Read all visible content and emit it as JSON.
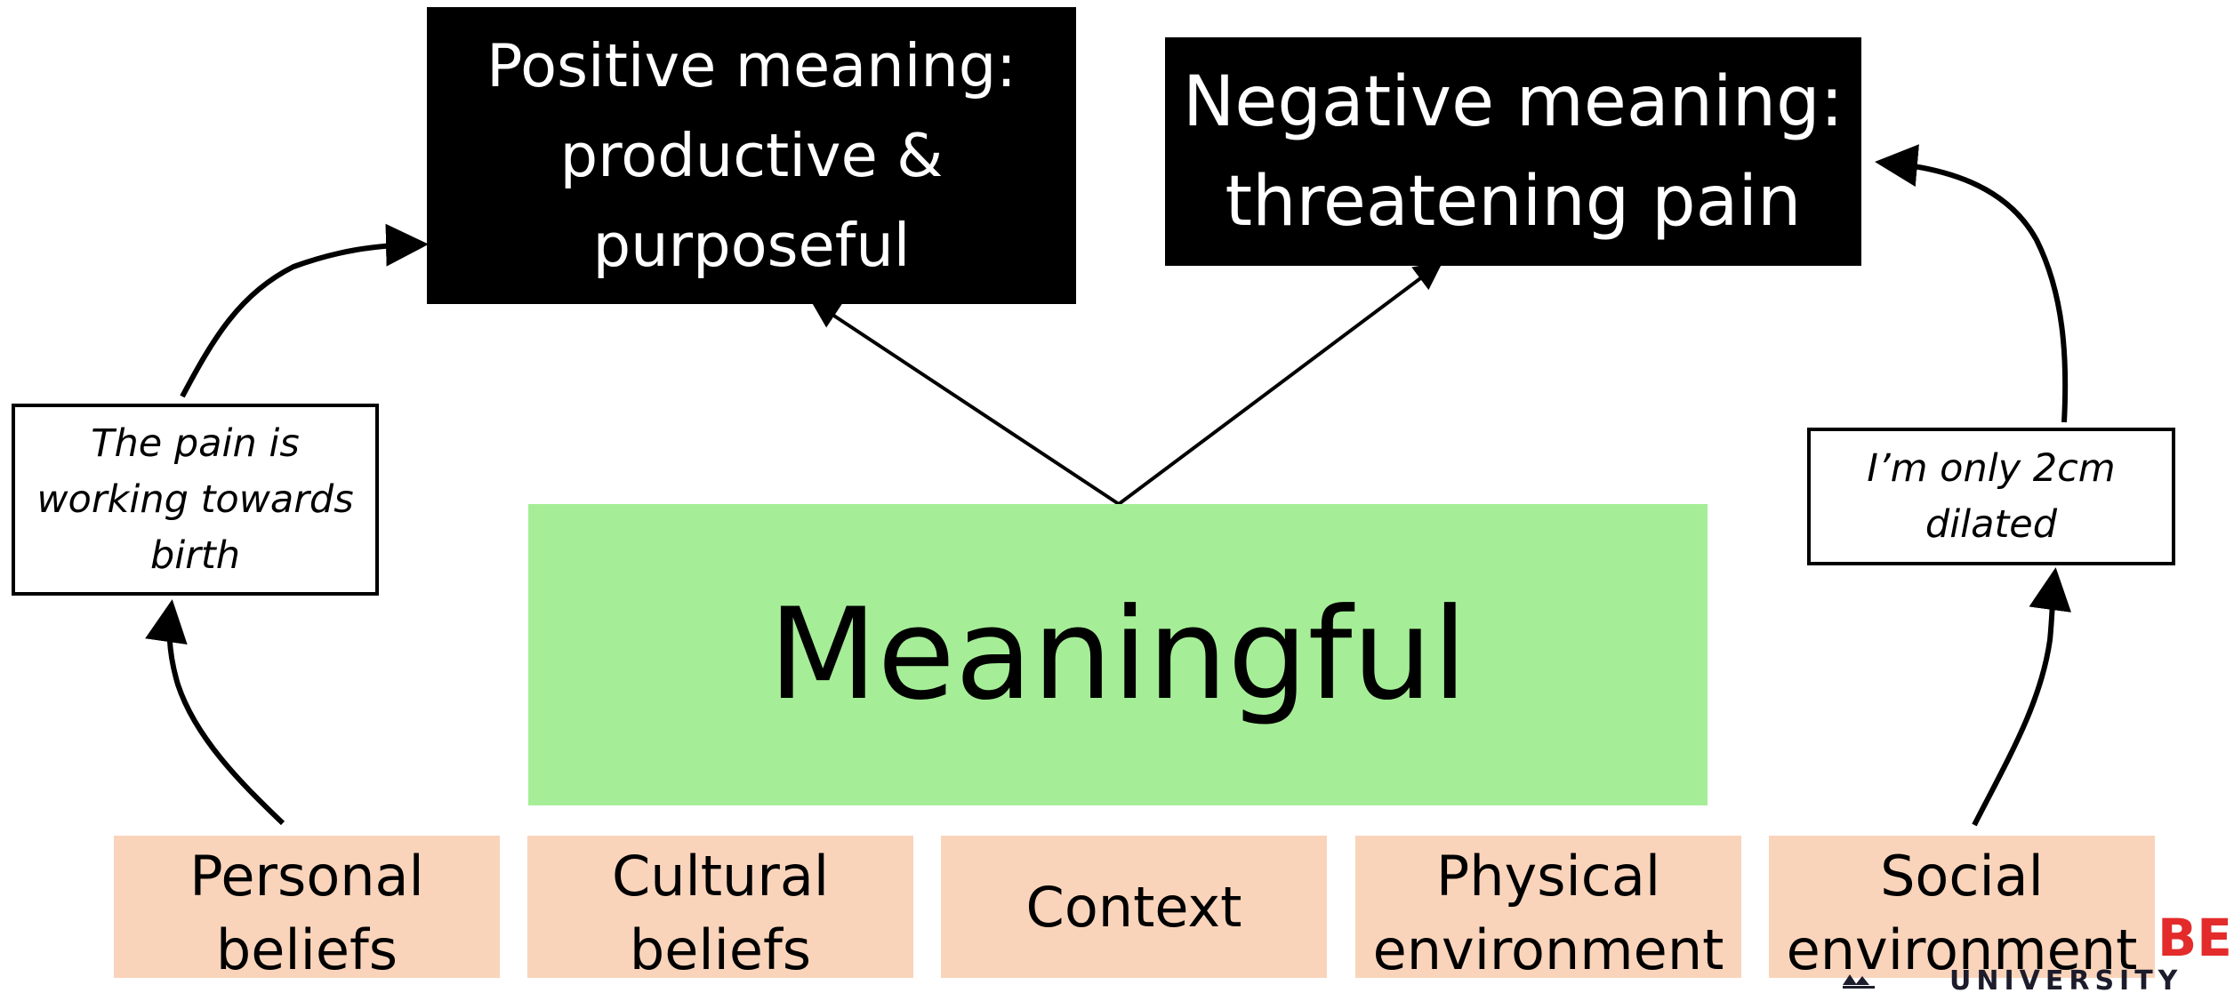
{
  "diagram": {
    "positive_meaning": "Positive meaning:\nproductive &\npurposeful",
    "negative_meaning": "Negative meaning:\nthreatening pain",
    "left_note": "The pain is\nworking towards\nbirth",
    "right_note": "I’m only 2cm\ndilated",
    "center": "Meaningful",
    "factors": [
      {
        "label": "Personal\nbeliefs"
      },
      {
        "label": "Cultural\nbeliefs"
      },
      {
        "label": "Context"
      },
      {
        "label": "Physical\nenvironment"
      },
      {
        "label": "Social\nenvironment"
      }
    ]
  },
  "logo": {
    "top_text": "BE",
    "bottom_text": "UNIVERSITY"
  },
  "colors": {
    "black_box": "#000000",
    "meaningful_green": "#a5ee97",
    "factor_peach": "#f9d4bb",
    "logo_red": "#e32b2b"
  }
}
